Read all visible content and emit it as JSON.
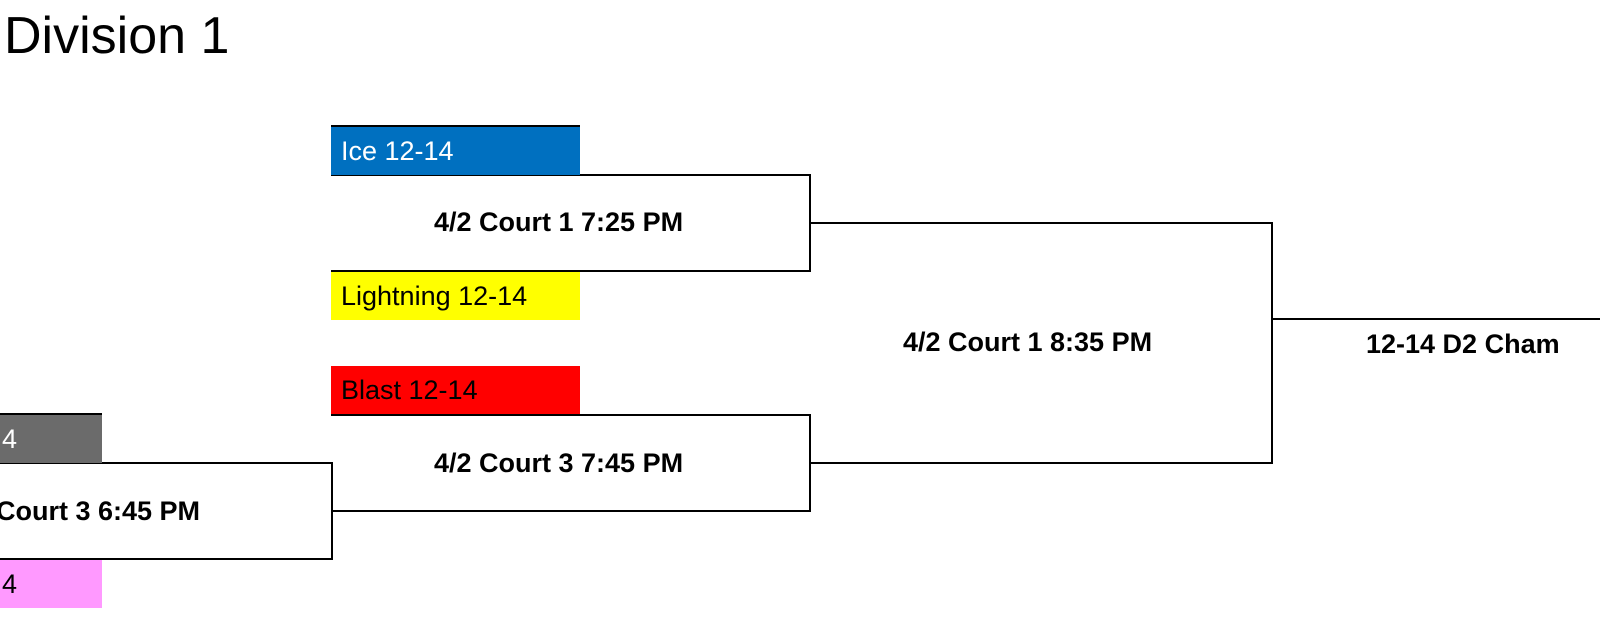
{
  "title": "Division 1",
  "teams": {
    "ice": {
      "label": "Ice 12-14",
      "color": "#0070c0",
      "text_color": "#ffffff"
    },
    "lightning": {
      "label": "Lightning 12-14",
      "color": "#ffff00",
      "text_color": "#000000"
    },
    "blast": {
      "label": "Blast 12-14",
      "color": "#ff0000",
      "text_color": "#000000"
    },
    "gray_team": {
      "label": "4",
      "color": "#6b6b6b",
      "text_color": "#ffffff"
    },
    "pink_team": {
      "label": "4",
      "color": "#ff99ff",
      "text_color": "#000000"
    }
  },
  "games": {
    "first_round": "Court 3 6:45 PM",
    "semi_top": "4/2 Court 1 7:25 PM",
    "semi_bottom": "4/2 Court 3 7:45 PM",
    "final": "4/2 Court 1 8:35 PM",
    "championship": "12-14 D2 Cham"
  }
}
